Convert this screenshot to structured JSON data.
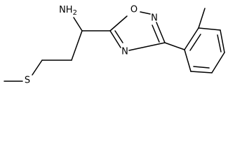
{
  "molecule": {
    "atoms": {
      "amine": "NH",
      "amine_subscript": "2",
      "ring_oxygen": "O",
      "ring_n2": "N",
      "ring_n4": "N",
      "sulfur": "S"
    },
    "colors": {
      "bond": "#000000",
      "label": "#000000",
      "background": "#ffffff"
    }
  }
}
